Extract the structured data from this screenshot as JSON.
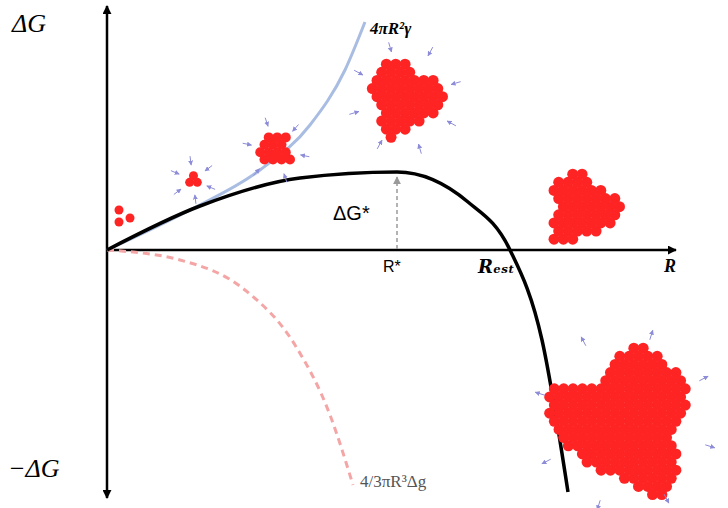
{
  "diagram": {
    "labels": [
      "ΔG",
      "4πR²γ",
      "ΔG*",
      "R*",
      "Rₑₛₜ",
      "R",
      "−ΔG",
      "4/3πR³Δg"
    ]
  }
}
